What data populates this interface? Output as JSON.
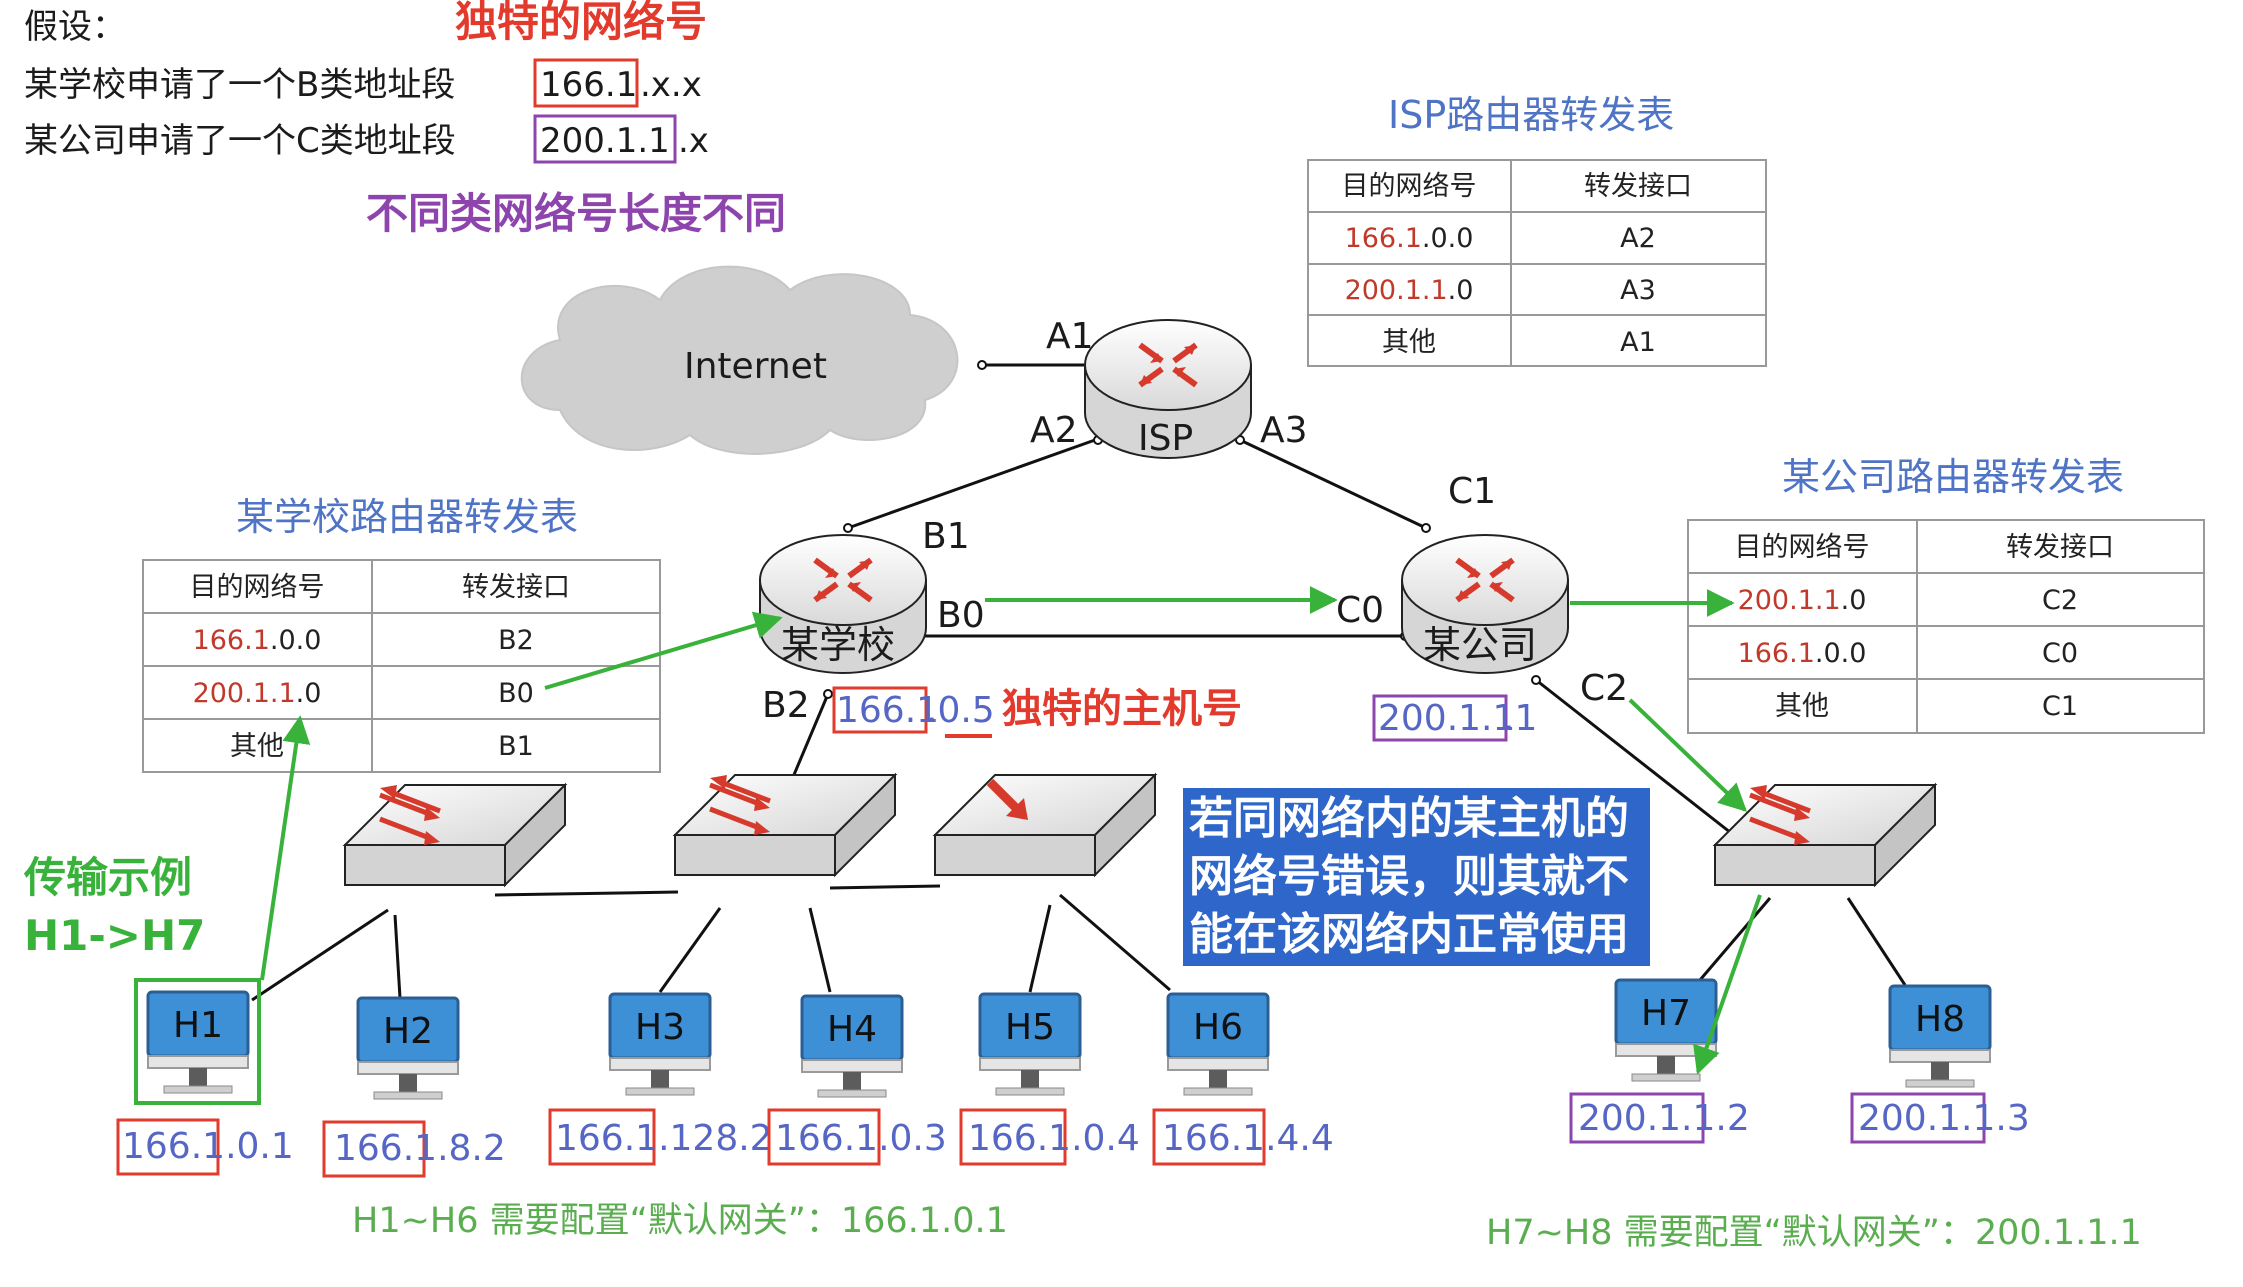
{
  "header": {
    "assume": "假设：",
    "unique_net": "独特的网络号",
    "line_school_pre": "某学校申请了一个B类地址段",
    "line_school_box": "166.1",
    "line_school_post": ".x.x",
    "line_company_pre": "某公司申请了一个C类地址段",
    "line_company_box": "200.1.1",
    "line_company_post": ".x",
    "diff_len": "不同类网络号长度不同"
  },
  "cloud_label": "Internet",
  "routers": {
    "isp": "ISP",
    "school": "某学校",
    "company": "某公司"
  },
  "ports": {
    "a1": "A1",
    "a2": "A2",
    "a3": "A3",
    "b0": "B0",
    "b1": "B1",
    "b2": "B2",
    "c0": "C0",
    "c1": "C1",
    "c2": "C2"
  },
  "tables": {
    "isp": {
      "title": "ISP路由器转发表",
      "headers": [
        "目的网络号",
        "转发接口"
      ],
      "rows": [
        {
          "net_red": "166.1",
          "net_rest": ".0.0",
          "port": "A2"
        },
        {
          "net_red": "200.1.1",
          "net_rest": ".0",
          "port": "A3"
        },
        {
          "net_red": "",
          "net_rest": "其他",
          "port": "A1"
        }
      ]
    },
    "school": {
      "title": "某学校路由器转发表",
      "headers": [
        "目的网络号",
        "转发接口"
      ],
      "rows": [
        {
          "net_red": "166.1",
          "net_rest": ".0.0",
          "port": "B2"
        },
        {
          "net_red": "200.1.1",
          "net_rest": ".0",
          "port": "B0"
        },
        {
          "net_red": "",
          "net_rest": "其他",
          "port": "B1"
        }
      ]
    },
    "company": {
      "title": "某公司路由器转发表",
      "headers": [
        "目的网络号",
        "转发接口"
      ],
      "rows": [
        {
          "net_red": "200.1.1",
          "net_rest": ".0",
          "port": "C2"
        },
        {
          "net_red": "166.1",
          "net_rest": ".0.0",
          "port": "C0"
        },
        {
          "net_red": "",
          "net_rest": "其他",
          "port": "C1"
        }
      ]
    }
  },
  "school_router_ip": {
    "net": "166.1",
    "host": ".0.5"
  },
  "unique_host": "独特的主机号",
  "company_router_ip": {
    "net": "200.1.1",
    "host": ".1"
  },
  "hosts": [
    {
      "name": "H1",
      "net": "166.1",
      "host": ".0.1"
    },
    {
      "name": "H2",
      "net": "166.1",
      "host": ".8.2"
    },
    {
      "name": "H3",
      "net": "166.1",
      "host": ".128.2"
    },
    {
      "name": "H4",
      "net": "166.1",
      "host": ".0.3"
    },
    {
      "name": "H5",
      "net": "166.1",
      "host": ".0.4"
    },
    {
      "name": "H6",
      "net": "166.1",
      "host": ".4.4"
    },
    {
      "name": "H7",
      "net": "200.1.1",
      "host": ".2"
    },
    {
      "name": "H8",
      "net": "200.1.1",
      "host": ".3"
    }
  ],
  "example": {
    "line1": "传输示例",
    "line2": "H1->H7"
  },
  "note_lines": [
    "若同网络内的某主机的",
    "网络号错误，则其就不",
    "能在该网络内正常使用"
  ],
  "gateway_school": "H1~H6 需要配置“默认网关”：166.1.0.1",
  "gateway_company": "H7~H8 需要配置“默认网关”：200.1.1.1",
  "colors": {
    "red": "#e23b2e",
    "purple": "#8e44ad",
    "green": "#38b23a",
    "blue_text": "#4f74c6",
    "ip_blue": "#5566c4",
    "note_bg": "#2f66c9",
    "host_screen": "#3d8fd6"
  }
}
